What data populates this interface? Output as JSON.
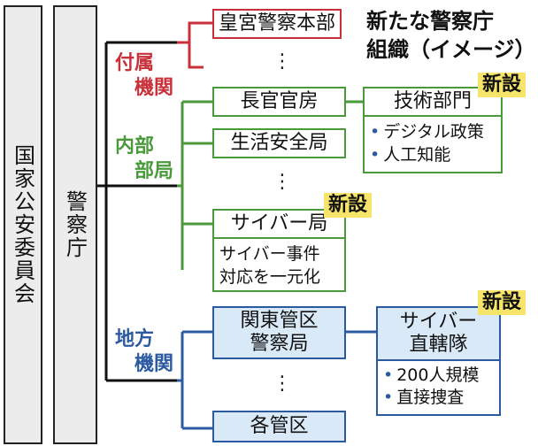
{
  "left": {
    "commission": "国家公安委員会",
    "agency": "警察庁"
  },
  "title": {
    "line1": "新たな警察庁",
    "line2": "組織（イメージ）"
  },
  "categories": {
    "attached": {
      "line1": "付属",
      "line2": "機関"
    },
    "internal": {
      "line1": "内部",
      "line2": "部局"
    },
    "regional": {
      "line1": "地方",
      "line2": "機関"
    }
  },
  "nodes": {
    "imperial_guard": "皇宮警察本部",
    "secretariat": "長官官房",
    "community_safety": "生活安全局",
    "cyber_bureau": "サイバー局",
    "tech_dept": "技術部門",
    "kanto_line1": "関東管区",
    "kanto_line2": "警察局",
    "cyber_direct_line1": "サイバー",
    "cyber_direct_line2": "直轄隊",
    "regional_bureaus": "各管区"
  },
  "details": {
    "tech_dept": [
      "デジタル政策",
      "人工知能"
    ],
    "cyber_bureau": [
      "サイバー事件",
      "対応を一元化"
    ],
    "cyber_direct": [
      "200人規模",
      "直接捜査"
    ]
  },
  "badges": {
    "new": "新設"
  },
  "ellipsis": "⋮",
  "colors": {
    "attached": "#c8303a",
    "internal": "#4a9a3c",
    "regional": "#2c5aa0",
    "badge": "#f7e46a"
  }
}
